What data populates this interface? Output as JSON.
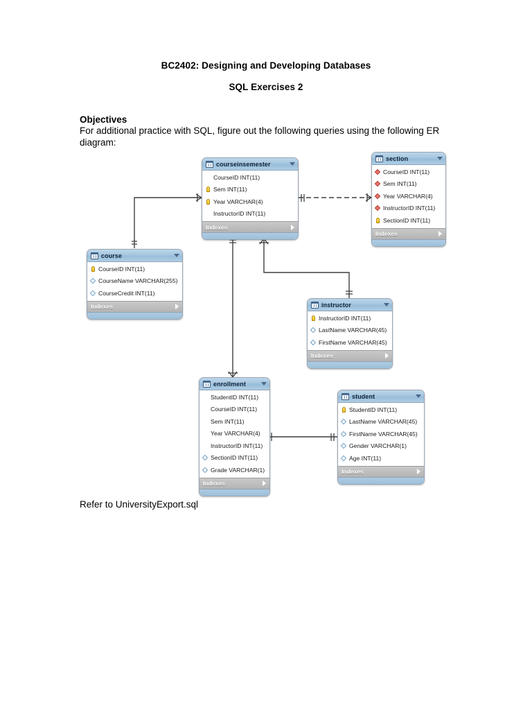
{
  "document": {
    "title_main": "BC2402:  Designing and Developing Databases",
    "title_sub": "SQL Exercises 2",
    "objectives_heading": "Objectives",
    "objectives_body": "For additional practice with SQL, figure out the following queries using the following ER diagram:",
    "footer_note": "Refer to UniversityExport.sql"
  },
  "colors": {
    "header_blue": "#a4c6df",
    "footer_gray": "#b4b4b4",
    "base_blue": "#9dc0da",
    "key_yellow": "#f0c020",
    "fk_red": "#e8736a",
    "col_diamond_blue": "#6f9ec4",
    "connector_line": "#3f3f3f",
    "page_background": "#ffffff"
  },
  "er_diagram": {
    "indexes_label": "Indexes",
    "tables": [
      {
        "id": "courseinsemester",
        "name": "courseinsemester",
        "columns": [
          {
            "label": "CourseID INT(11)",
            "icon": "none"
          },
          {
            "label": "Sem INT(11)",
            "icon": "key"
          },
          {
            "label": "Year VARCHAR(4)",
            "icon": "key"
          },
          {
            "label": "InstructorID INT(11)",
            "icon": "none"
          }
        ]
      },
      {
        "id": "section",
        "name": "section",
        "columns": [
          {
            "label": "CourseID INT(11)",
            "icon": "fk"
          },
          {
            "label": "Sem INT(11)",
            "icon": "fk"
          },
          {
            "label": "Year VARCHAR(4)",
            "icon": "fk"
          },
          {
            "label": "InstructorID INT(11)",
            "icon": "fk"
          },
          {
            "label": "SectionID INT(11)",
            "icon": "key"
          }
        ]
      },
      {
        "id": "course",
        "name": "course",
        "columns": [
          {
            "label": "CourseID INT(11)",
            "icon": "key"
          },
          {
            "label": "CourseName VARCHAR(255)",
            "icon": "plain"
          },
          {
            "label": "CourseCredit INT(11)",
            "icon": "plain"
          }
        ]
      },
      {
        "id": "instructor",
        "name": "instructor",
        "columns": [
          {
            "label": "InstructorID INT(11)",
            "icon": "key"
          },
          {
            "label": "LastName VARCHAR(45)",
            "icon": "plain"
          },
          {
            "label": "FirstName VARCHAR(45)",
            "icon": "plain"
          }
        ]
      },
      {
        "id": "enrollment",
        "name": "enrollment",
        "columns": [
          {
            "label": "StudentID INT(11)",
            "icon": "none"
          },
          {
            "label": "CourseID INT(11)",
            "icon": "none"
          },
          {
            "label": "Sem INT(11)",
            "icon": "none"
          },
          {
            "label": "Year VARCHAR(4)",
            "icon": "none"
          },
          {
            "label": "InstructorID INT(11)",
            "icon": "none"
          },
          {
            "label": "SectionID INT(11)",
            "icon": "plain"
          },
          {
            "label": "Grade VARCHAR(1)",
            "icon": "plain"
          }
        ]
      },
      {
        "id": "student",
        "name": "student",
        "columns": [
          {
            "label": "StudentID INT(11)",
            "icon": "key"
          },
          {
            "label": "LastName VARCHAR(45)",
            "icon": "plain"
          },
          {
            "label": "FirstName VARCHAR(45)",
            "icon": "plain"
          },
          {
            "label": "Gender VARCHAR(1)",
            "icon": "plain"
          },
          {
            "label": "Age INT(11)",
            "icon": "plain"
          }
        ]
      }
    ],
    "relationships": [
      {
        "from": "course",
        "to": "courseinsemester",
        "style": "solid",
        "from_end": "one",
        "to_end": "many"
      },
      {
        "from": "courseinsemester",
        "to": "section",
        "style": "dashed",
        "from_end": "one",
        "to_end": "many"
      },
      {
        "from": "courseinsemester",
        "to": "instructor",
        "style": "solid",
        "from_end": "many",
        "to_end": "one"
      },
      {
        "from": "courseinsemester",
        "to": "enrollment",
        "style": "solid",
        "from_end": "one",
        "to_end": "many"
      },
      {
        "from": "student",
        "to": "enrollment",
        "style": "solid",
        "from_end": "one",
        "to_end": "many"
      }
    ]
  }
}
